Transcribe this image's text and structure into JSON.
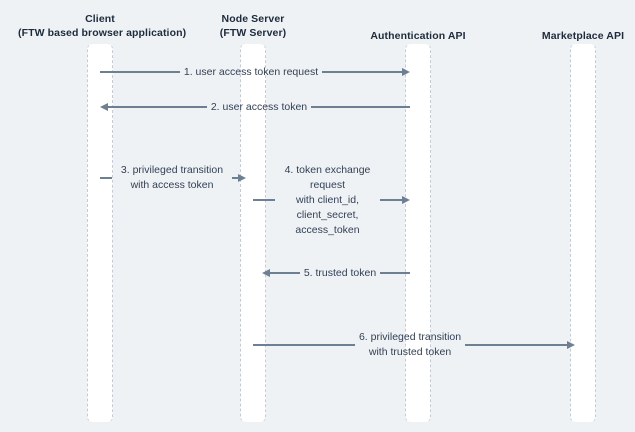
{
  "diagram": {
    "type": "sequence-diagram",
    "background_color": "#eef2f5",
    "lifeline_color": "#ffffff",
    "lifeline_border_color": "#c3ccd6",
    "arrow_color": "#6d7f93",
    "header_text_color": "#1d2b3a",
    "label_text_color": "#334155"
  },
  "participants": [
    {
      "id": "client",
      "name_line1": "Client",
      "name_line2": "(FTW based browser application)"
    },
    {
      "id": "node-server",
      "name_line1": "Node Server",
      "name_line2": "(FTW Server)"
    },
    {
      "id": "authentication-api",
      "name_line1": "Authentication API",
      "name_line2": ""
    },
    {
      "id": "marketplace-api",
      "name_line1": "Marketplace API",
      "name_line2": ""
    }
  ],
  "messages": [
    {
      "number": "1",
      "from": "client",
      "to": "authentication-api",
      "direction": "right",
      "label_line1": "1. user access token request",
      "label_line2": "",
      "label_line3": "",
      "label_line4": ""
    },
    {
      "number": "2",
      "from": "authentication-api",
      "to": "client",
      "direction": "left",
      "label_line1": "2. user access token",
      "label_line2": "",
      "label_line3": "",
      "label_line4": ""
    },
    {
      "number": "3",
      "from": "client",
      "to": "node-server",
      "direction": "right",
      "label_line1": "3. privileged transition",
      "label_line2": "with access token",
      "label_line3": "",
      "label_line4": ""
    },
    {
      "number": "4",
      "from": "node-server",
      "to": "authentication-api",
      "direction": "right",
      "label_line1": "4. token exchange",
      "label_line2": "request",
      "label_line3": "with client_id,",
      "label_line4": "client_secret,",
      "label_line5": "access_token"
    },
    {
      "number": "5",
      "from": "authentication-api",
      "to": "node-server",
      "direction": "left",
      "label_line1": "5. trusted token",
      "label_line2": "",
      "label_line3": "",
      "label_line4": ""
    },
    {
      "number": "6",
      "from": "node-server",
      "to": "marketplace-api",
      "direction": "right",
      "label_line1": "6. privileged transition",
      "label_line2": "with trusted token",
      "label_line3": "",
      "label_line4": ""
    }
  ]
}
